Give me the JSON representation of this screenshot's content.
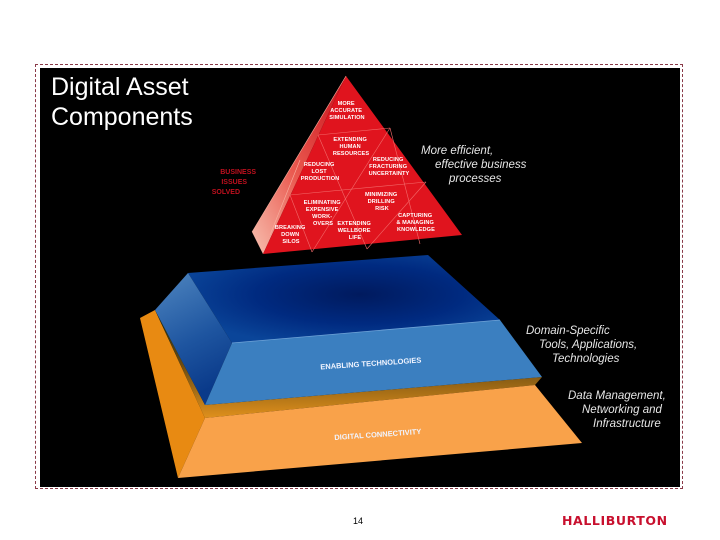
{
  "slide": {
    "title_lines": [
      "Digital Asset",
      "Components"
    ],
    "page_number": "14",
    "logo": "HALLIBURTON"
  },
  "pyramid": {
    "top_layer": {
      "side_label_lines": [
        "BUSINESS",
        "ISSUES",
        "SOLVED"
      ],
      "cells": [
        {
          "lines": [
            "MORE",
            "ACCURATE",
            "SIMULATION"
          ]
        },
        {
          "lines": [
            "EXTENDING",
            "HUMAN",
            "RESOURCES"
          ]
        },
        {
          "lines": [
            "REDUCING",
            "LOST",
            "PRODUCTION"
          ]
        },
        {
          "lines": [
            "REDUCING",
            "FRACTURING",
            "UNCERTAINTY"
          ]
        },
        {
          "lines": [
            "ELIMINATING",
            "EXPENSIVE",
            "WORK-",
            "OVERS"
          ]
        },
        {
          "lines": [
            "MINIMIZING",
            "DRILLING",
            "RISK"
          ]
        },
        {
          "lines": [
            "BREAKING",
            "DOWN",
            "SILOS"
          ]
        },
        {
          "lines": [
            "EXTENDING",
            "WELLBORE",
            "LIFE"
          ]
        },
        {
          "lines": [
            "CAPTURING",
            "& MANAGING",
            "KNOWLEDGE"
          ]
        }
      ],
      "annotation_lines": [
        "More efficient,",
        "effective business",
        "processes"
      ],
      "color": "#e0141e"
    },
    "middle_layer": {
      "label": "ENABLING TECHNOLOGIES",
      "annotation_lines": [
        "Domain-Specific",
        "Tools, Applications,",
        "Technologies"
      ],
      "color": "#3b7fc0"
    },
    "bottom_layer": {
      "label": "DIGITAL CONNECTIVITY",
      "annotation_lines": [
        "Data Management,",
        "Networking and",
        "Infrastructure"
      ],
      "color": "#f9a24a"
    }
  }
}
